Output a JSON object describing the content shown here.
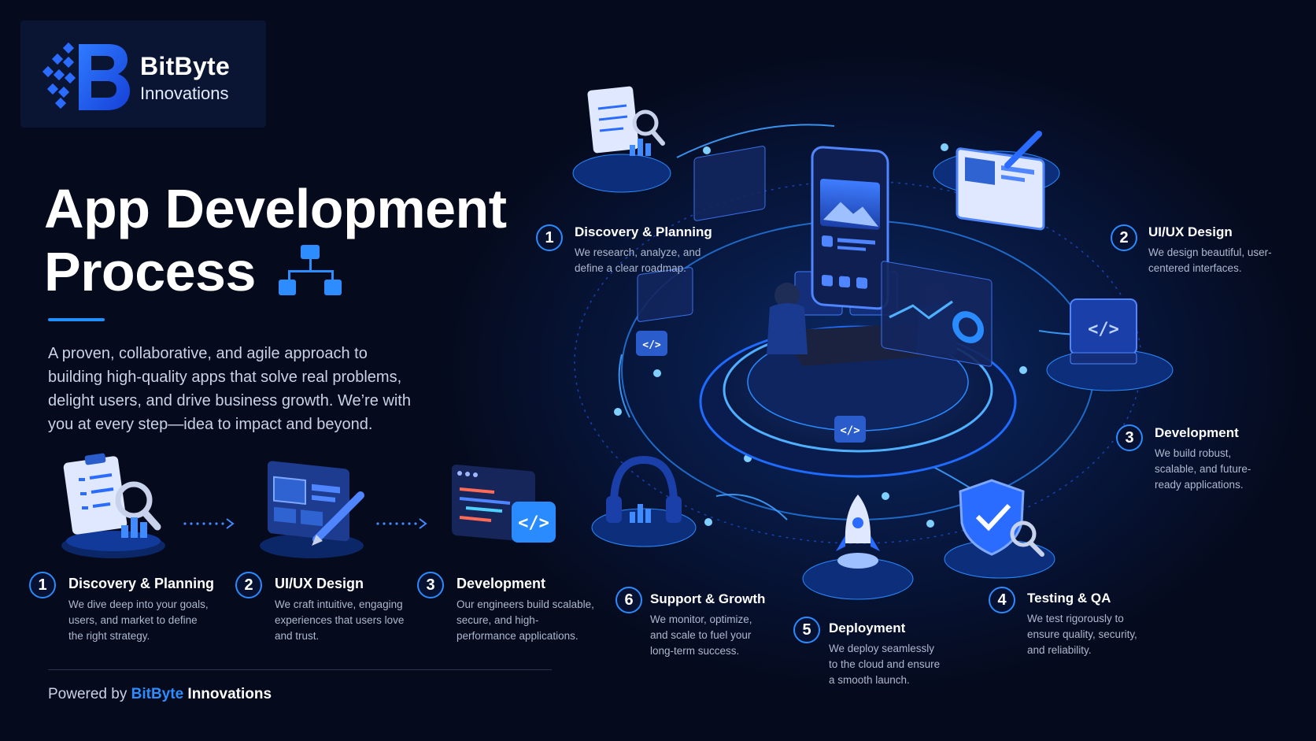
{
  "brand": {
    "name": "BitByte",
    "sub": "Innovations"
  },
  "title": {
    "line1": "App Development",
    "line2": "Process"
  },
  "intro": "A proven, collaborative, and agile approach to building high-quality apps that solve real problems, delight users, and drive business growth. We’re with you at every step—idea to impact and beyond.",
  "left_steps": [
    {
      "num": "1",
      "title": "Discovery & Planning",
      "desc": "We dive deep into your goals, users, and market to define the right strategy.",
      "icon": "clipboard-magnifier-icon"
    },
    {
      "num": "2",
      "title": "UI/UX Design",
      "desc": "We craft intuitive, engaging experiences that users love and trust.",
      "icon": "design-screen-pen-icon"
    },
    {
      "num": "3",
      "title": "Development",
      "desc": "Our engineers build scalable, secure, and high-performance applications.",
      "icon": "code-window-icon"
    }
  ],
  "footer": {
    "prefix": "Powered by",
    "brand1": "BitByte",
    "brand2": "Innovations"
  },
  "cycle_steps": [
    {
      "num": "1",
      "title": "Discovery & Planning",
      "desc": "We research, analyze, and define a clear roadmap."
    },
    {
      "num": "2",
      "title": "UI/UX Design",
      "desc": "We design beautiful, user-centered interfaces."
    },
    {
      "num": "3",
      "title": "Development",
      "desc": "We build robust, scalable, and future-ready applications."
    },
    {
      "num": "4",
      "title": "Testing & QA",
      "desc": "We test rigorously to ensure quality, security, and reliability."
    },
    {
      "num": "5",
      "title": "Deployment",
      "desc": "We deploy seamlessly to the cloud and ensure a smooth launch."
    },
    {
      "num": "6",
      "title": "Support & Growth",
      "desc": "We monitor, optimize, and scale to fuel your long-term success."
    }
  ],
  "colors": {
    "background": "#050a1c",
    "accent": "#1e90ff",
    "text_muted": "#aeb8cf"
  }
}
